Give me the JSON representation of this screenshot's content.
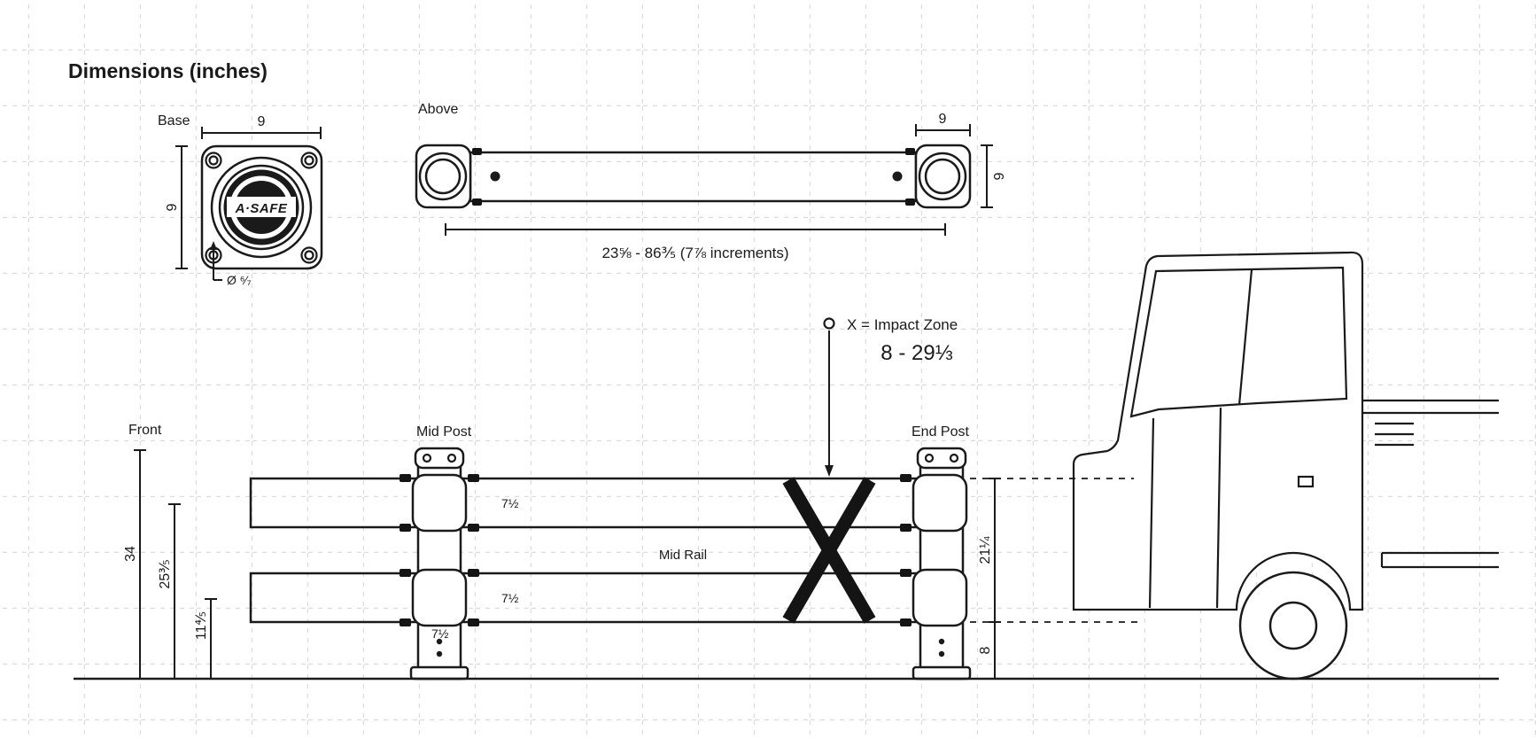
{
  "title": "Dimensions (inches)",
  "colors": {
    "rail_yellow": "#F9B41E",
    "line": "#1A1A1A",
    "grid": "#DCDCDC",
    "background": "#FFFFFF"
  },
  "base_view": {
    "label": "Base",
    "top_dim": "9",
    "side_dim": "9",
    "hole_dim": "Ø ⁶⁄₇",
    "logo_text": "A·SAFE"
  },
  "above_view": {
    "label": "Above",
    "end_width_dim": "9",
    "end_depth_dim": "9",
    "length_dim": "23⅝ - 86⅗ (7⅞ increments)"
  },
  "impact_zone": {
    "legend": "X = Impact Zone",
    "range_dim": "8 - 29⅓"
  },
  "front_view": {
    "label": "Front",
    "mid_post_label": "Mid Post",
    "end_post_label": "End Post",
    "mid_rail_label": "Mid Rail",
    "overall_height_dim": "34",
    "top_rail_center_dim": "25⅗",
    "bottom_rail_center_dim": "11⅘",
    "top_rail_height_dim": "7½",
    "bottom_rail_height_dim": "7½",
    "rail_depth_dim": "7½",
    "impact_top_dim": "21¼",
    "impact_bottom_dim": "8"
  }
}
